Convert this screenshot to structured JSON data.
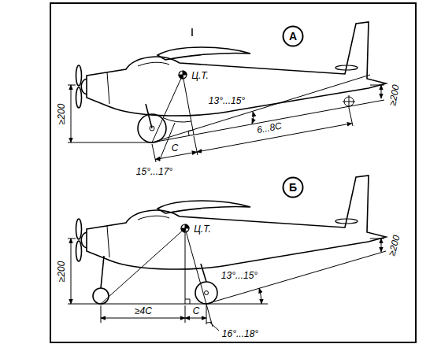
{
  "diagram": {
    "nodes": [
      {
        "text": [
          "А"
        ]
      },
      {
        "text": [
          "Б"
        ]
      }
    ],
    "labels": [
      "Ц.Т.",
      "≥200",
      "13°...15°",
      "≥200",
      "15°...17°",
      "С",
      "6...8С",
      "Ц.Т.",
      "≥200",
      "13°...15°",
      "≥200",
      "≥4С",
      "С",
      "16°...18°"
    ]
  }
}
